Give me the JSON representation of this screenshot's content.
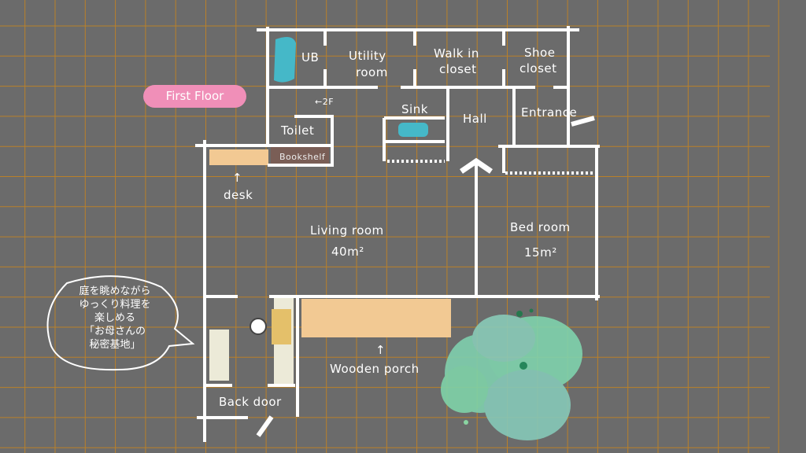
{
  "title_badge": "First Floor",
  "colors": {
    "background": "#6b6b6b",
    "grid": "#c8841e",
    "wall": "#ffffff",
    "badge": "#f08fb8",
    "water": "#45b8c8",
    "wood": "#f2c993",
    "bookshelf": "#7a5e56",
    "tree": "#7ccfb0"
  },
  "rooms": {
    "ub": "UB",
    "utility_1": "Utility",
    "utility_2": "room",
    "walkin_1": "Walk in",
    "walkin_2": "closet",
    "shoe_1": "Shoe",
    "shoe_2": "closet",
    "to_2f": "←2F",
    "toilet": "Toilet",
    "sink": "Sink",
    "hall": "Hall",
    "entrance": "Entrance",
    "bookshelf": "Bookshelf",
    "desk": "desk",
    "living": "Living room",
    "living_area": "40m²",
    "bed": "Bed room",
    "bed_area": "15m²",
    "porch": "Wooden porch",
    "back_door": "Back door"
  },
  "arrows": {
    "up": "↑"
  },
  "speech_bubble": [
    "庭を眺めながら",
    "ゆっくり料理を",
    "楽しめる",
    "「お母さんの",
    "秘密基地」"
  ]
}
